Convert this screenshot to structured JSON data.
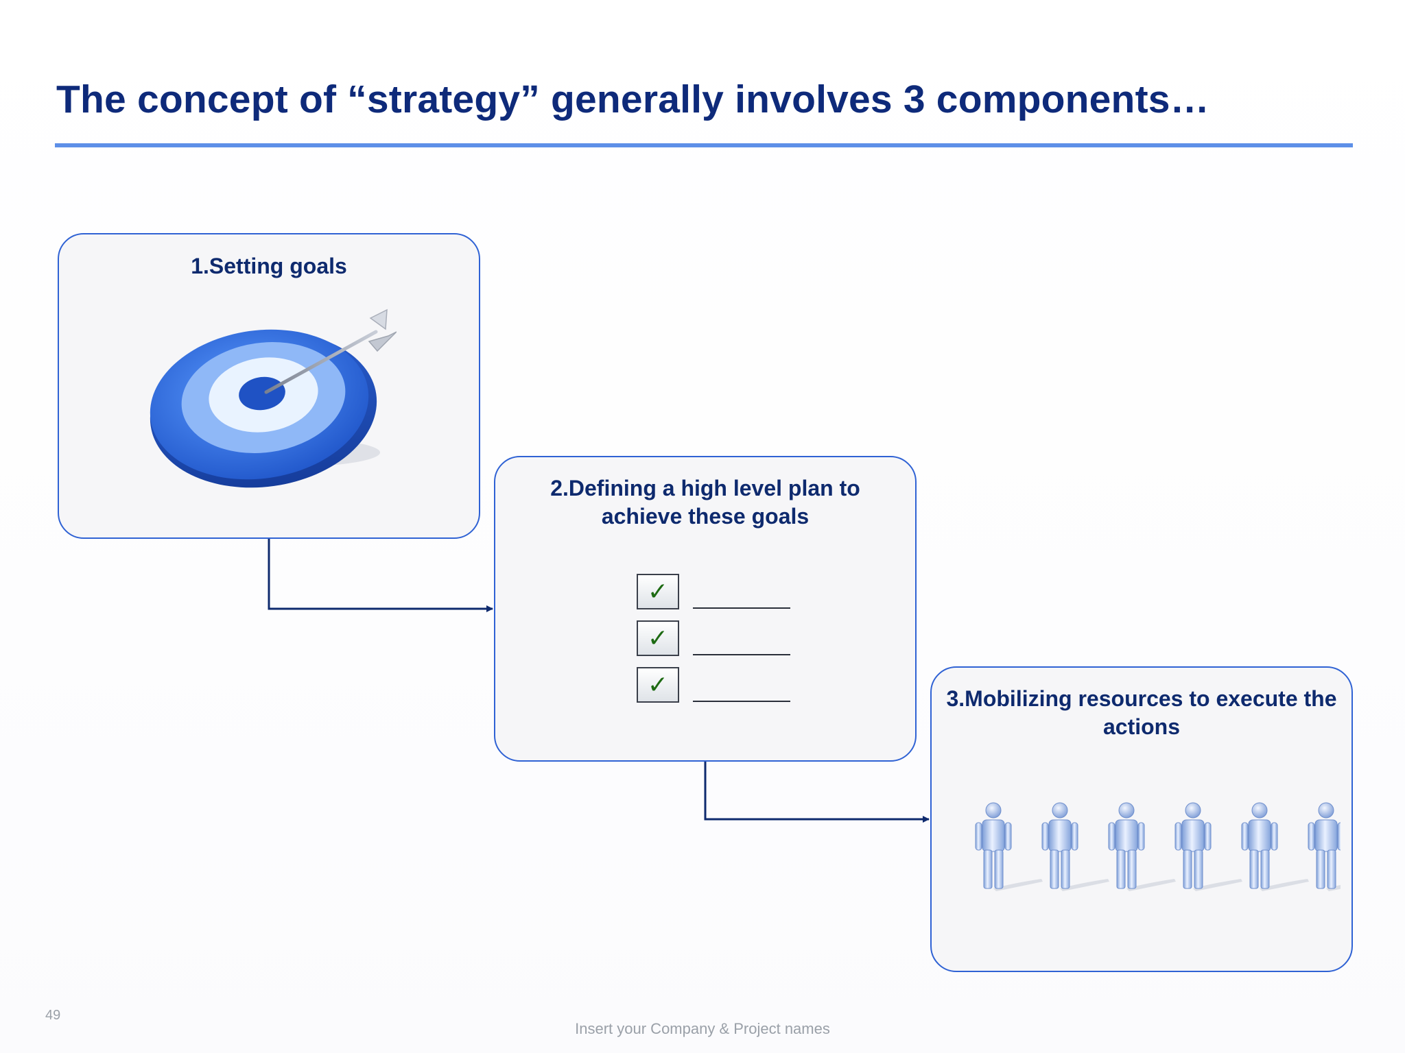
{
  "slide": {
    "title": "The concept of “strategy” generally involves 3 components…",
    "page_number": "49",
    "footer": "Insert your Company & Project names"
  },
  "steps": [
    {
      "label": "1.Setting goals",
      "icon": "target-icon"
    },
    {
      "label": "2.Defining a high level plan to achieve these goals",
      "icon": "checklist-icon"
    },
    {
      "label": "3.Mobilizing resources to execute the actions",
      "icon": "people-icon"
    }
  ],
  "checklist": {
    "check_glyph": "✓",
    "item_count": 3
  },
  "people": {
    "count": 6
  },
  "colors": {
    "title": "#0e2a7a",
    "accent_rule": "#5d8fe8",
    "card_border": "#2f62d4",
    "card_fill": "#f6f6f8",
    "connector": "#0e2a6e",
    "check_mark": "#1d6a12",
    "footer_text": "#9aa0a8"
  }
}
